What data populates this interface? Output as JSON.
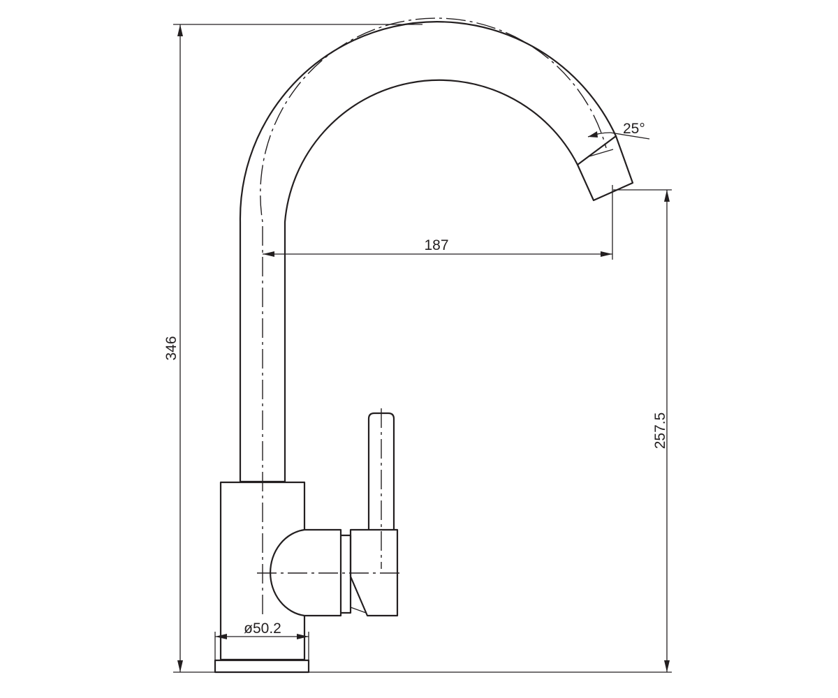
{
  "dimensions": {
    "height_total": "346",
    "height_spout": "257.5",
    "reach": "187",
    "base_diameter": "ø50.2",
    "spout_angle": "25°"
  },
  "colors": {
    "line": "#231f20",
    "background": "#ffffff"
  }
}
